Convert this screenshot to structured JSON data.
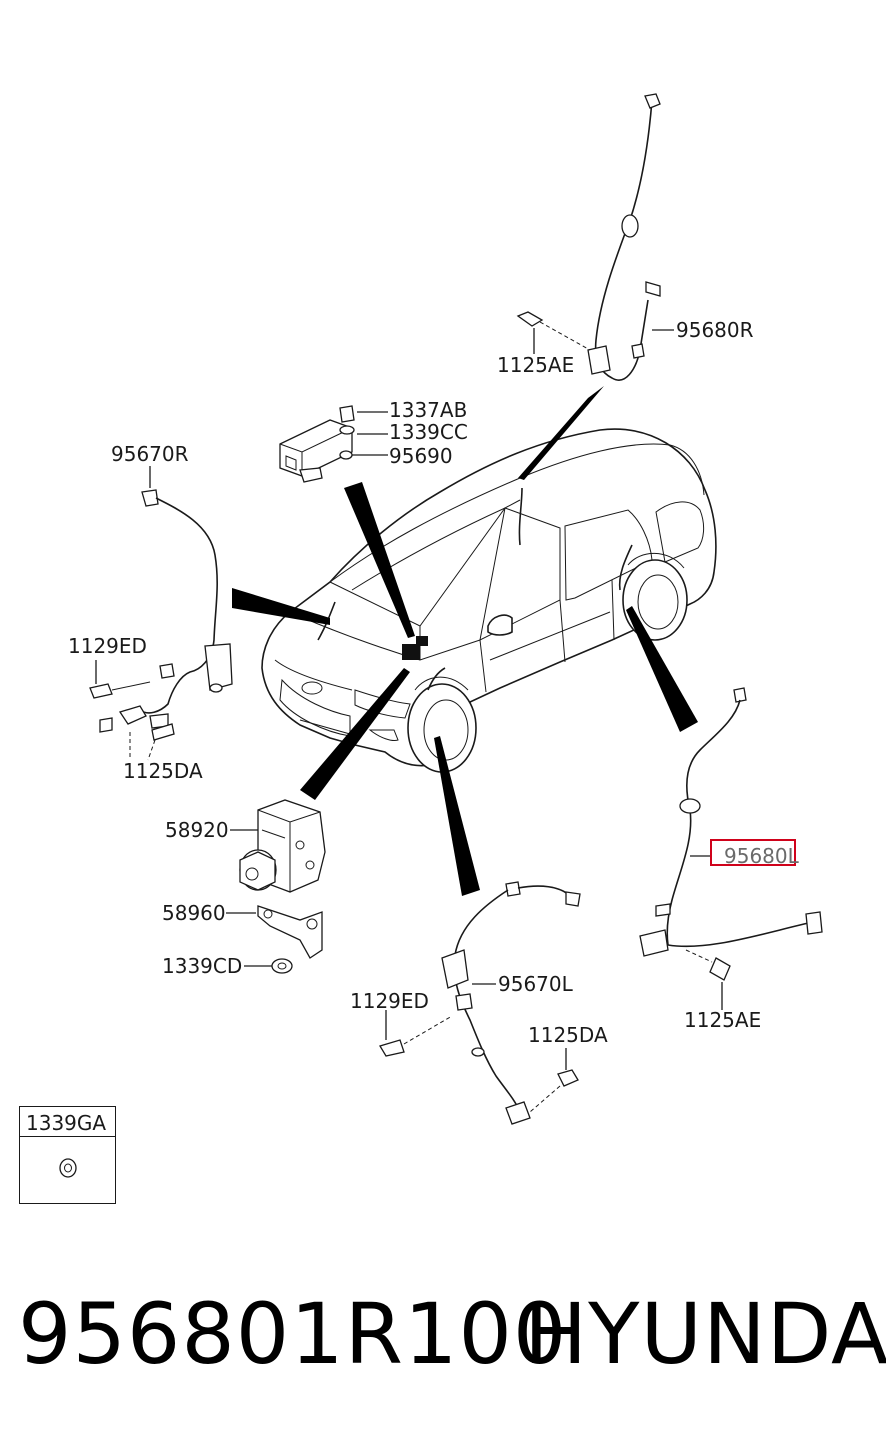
{
  "labels": {
    "l_95680R": "95680R",
    "l_1125AE_top": "1125AE",
    "l_1337AB": "1337AB",
    "l_1339CC": "1339CC",
    "l_95690": "95690",
    "l_95670R": "95670R",
    "l_1129ED_left": "1129ED",
    "l_1125DA_left": "1125DA",
    "l_58920": "58920",
    "l_58960": "58960",
    "l_1339CD": "1339CD",
    "l_1129ED_bottom": "1129ED",
    "l_95670L": "95670L",
    "l_1125DA_bottom": "1125DA",
    "l_95680L": "95680L",
    "l_1125AE_bottom": "1125AE"
  },
  "inset": {
    "label": "1339GA"
  },
  "highlight": {
    "color": "#d0021b",
    "target": "95680L"
  },
  "footer": {
    "part_number": "956801R100",
    "brand": "HYUNDAI"
  }
}
